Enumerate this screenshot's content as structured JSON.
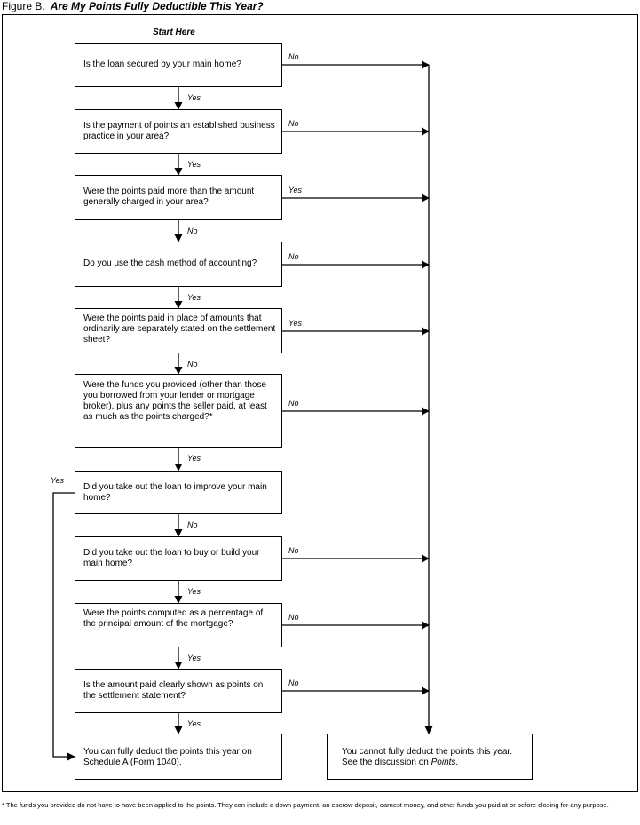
{
  "figure": {
    "label": "Figure B.",
    "title": "Are My Points Fully Deductible This Year?"
  },
  "start_label": "Start Here",
  "questions": [
    {
      "text": "Is the loan secured by your main home?",
      "down": "Yes",
      "right": "No"
    },
    {
      "text": "Is the payment of points an established business practice in your area?",
      "down": "Yes",
      "right": "No"
    },
    {
      "text": "Were the points paid more than the amount generally charged in your area?",
      "down": "No",
      "right": "Yes"
    },
    {
      "text": "Do you use the cash method of accounting?",
      "down": "Yes",
      "right": "No"
    },
    {
      "text": "Were the points paid in place of amounts that ordinarily are separately stated on the settlement sheet?",
      "down": "No",
      "right": "Yes"
    },
    {
      "text": "Were the funds you provided (other than those you borrowed from your lender or mortgage broker), plus any points the seller paid, at least as much as the points charged?*",
      "down": "Yes",
      "right": "No"
    },
    {
      "text": "Did you take out the loan to improve your main home?",
      "down": "No",
      "left": "Yes"
    },
    {
      "text": "Did you take out the loan to buy or build your main home?",
      "down": "Yes",
      "right": "No"
    },
    {
      "text": "Were the points computed as a percentage of the principal amount of the mortgage?",
      "down": "Yes",
      "right": "No"
    },
    {
      "text": "Is the amount paid clearly shown as points on the settlement statement?",
      "down": "Yes",
      "right": "No"
    }
  ],
  "outcomes": {
    "yes": "You can fully deduct the points this year on Schedule A (Form 1040).",
    "no_prefix": "You cannot fully deduct the points this year. See the discussion on ",
    "no_link": "Points",
    "no_suffix": "."
  },
  "footnote": "* The funds you provided do not have to have been applied to the points. They can include a down payment, an escrow deposit, earnest money, and other funds you paid at or before closing for any purpose."
}
